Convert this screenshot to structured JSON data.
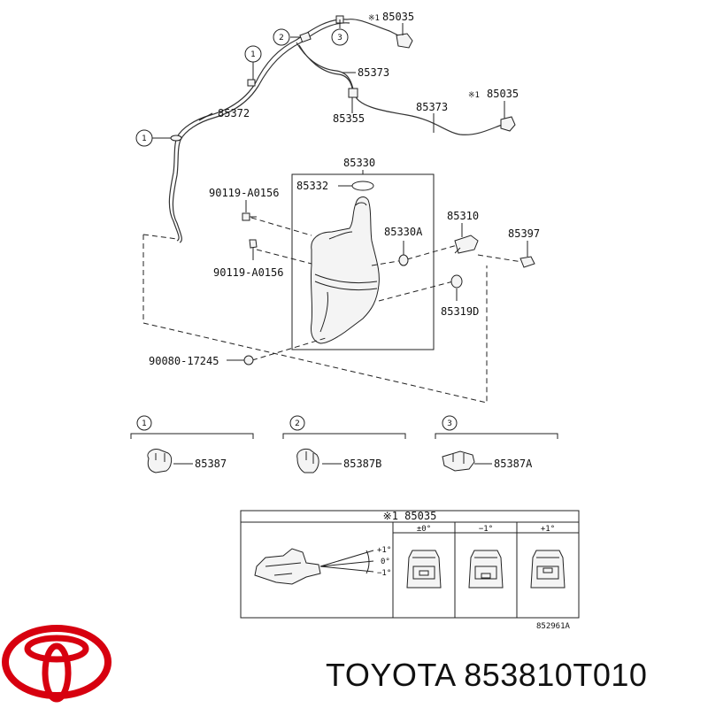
{
  "diagram": {
    "callouts": {
      "p85035_top": "85035",
      "p85373_top": "85373",
      "p85355": "85355",
      "p85373_right": "85373",
      "p85035_right": "85035",
      "p85372": "85372",
      "p85330": "85330",
      "p85332": "85332",
      "p90119_a": "90119-A0156",
      "p90119_b": "90119-A0156",
      "p85330A": "85330A",
      "p85310": "85310",
      "p85397": "85397",
      "p85319D": "85319D",
      "p90080": "90080-17245",
      "p85387": "85387",
      "p85387B": "85387B",
      "p85387A": "85387A"
    },
    "note_mark": "※1",
    "circle_numbers": [
      "1",
      "2",
      "3"
    ],
    "inset": {
      "title": "※1 85035",
      "columns": [
        "±0°",
        "−1°",
        "+1°"
      ],
      "angle_labels": [
        "+1°",
        "0°",
        "−1°"
      ],
      "figure_id": "852961A"
    }
  },
  "brand": {
    "text": "TOYOTA 853810T010",
    "logo_color": "#d7000f"
  }
}
